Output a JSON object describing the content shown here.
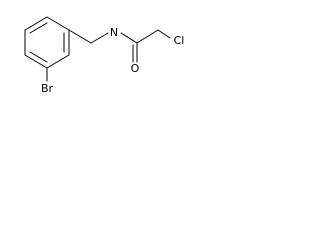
{
  "molecule": {
    "atoms": {
      "br": "Br",
      "n": "N",
      "o": "O",
      "cl": "Cl"
    },
    "colors": {
      "bond": "#000000",
      "text": "#000000",
      "background": "#ffffff"
    }
  }
}
